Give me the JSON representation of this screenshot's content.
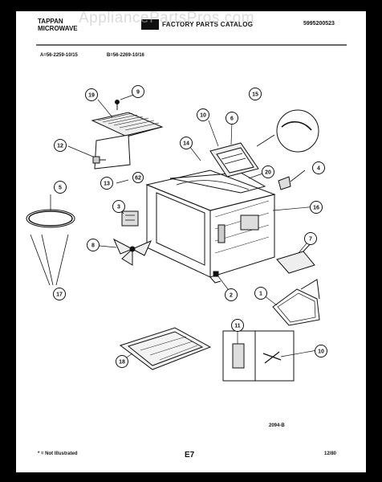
{
  "header": {
    "brand_line1": "TAPPAN",
    "brand_line2": "MICROWAVE",
    "catalog_title": "FACTORY PARTS CATALOG",
    "catalog_number": "5995200523",
    "model_a": "A=56-2259-10/15",
    "model_b": "B=56-2269-10/16"
  },
  "watermark": "AppliancePartsPros.com",
  "callouts": [
    "1",
    "2",
    "3",
    "4",
    "5",
    "6",
    "7",
    "8",
    "9",
    "10",
    "11",
    "12",
    "13",
    "14",
    "15",
    "16",
    "17",
    "18",
    "19",
    "20",
    "62"
  ],
  "drawing_code": "2094-B",
  "footer": {
    "note": "* = Not Illustrated",
    "page": "E7",
    "date": "12/80"
  }
}
